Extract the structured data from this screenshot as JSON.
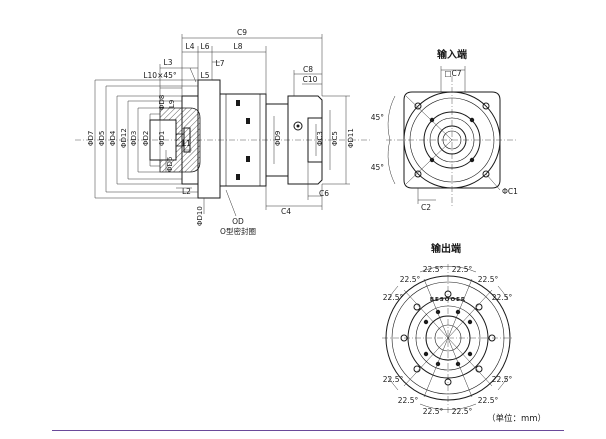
{
  "side_view": {
    "labels": {
      "C9": "C9",
      "L4": "L4",
      "L6": "L6",
      "L8": "L8",
      "L3": "L3",
      "L10": "L10×45°",
      "L5": "L5",
      "L7": "L7",
      "L9": "L9",
      "L1": "L1",
      "L2": "L2",
      "C8": "C8",
      "C10": "C10",
      "C4": "C4",
      "C6": "C6",
      "D7": "ΦD7",
      "D5": "ΦD5",
      "D4": "ΦD4",
      "D12": "ΦD12",
      "D3": "ΦD3",
      "D2": "ΦD2",
      "D8": "ΦD8",
      "D1": "ΦD1",
      "D6": "ΦD6",
      "D9": "ΦD9",
      "C3": "ΦC3",
      "C5": "ΦC5",
      "D11": "ΦD11",
      "D10": "ΦD10",
      "OD": "OD",
      "oring": "O型密封圈"
    }
  },
  "input_end": {
    "title": "输入端",
    "C7": "□C7",
    "angle_top": "45°",
    "angle_bottom": "45°",
    "C1": "ΦC1",
    "C2": "C2"
  },
  "output_end": {
    "title": "输出端",
    "angles": [
      "22.5°",
      "22.5°",
      "22.5°",
      "22.5°",
      "22.5°",
      "22.5°",
      "22.5°",
      "22.5°",
      "22.5°",
      "22.5°",
      "22.5°",
      "22.5°"
    ],
    "brand": "BESOOER"
  },
  "unit_note": "（单位：mm）",
  "colors": {
    "line": "#1a1a1a",
    "rule": "#6a4a9a"
  }
}
